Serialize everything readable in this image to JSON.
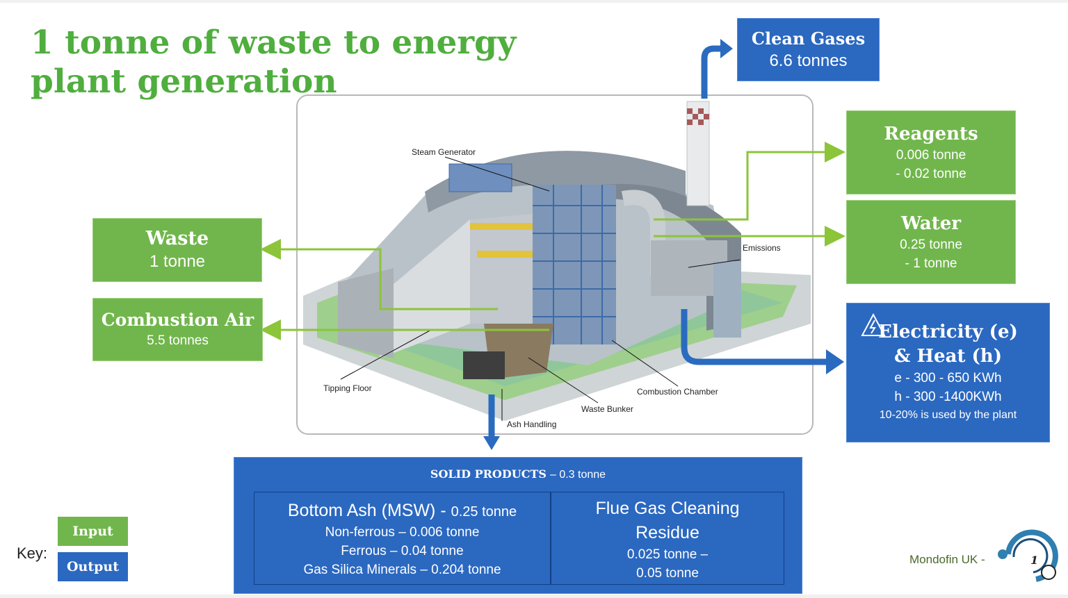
{
  "title": "1 tonne of waste to energy plant generation",
  "inputs": {
    "waste": {
      "heading": "Waste",
      "value": "1 tonne"
    },
    "combustion_air": {
      "heading": "Combustion Air",
      "value": "5.5 tonnes"
    }
  },
  "outputs": {
    "clean_gases": {
      "heading": "Clean Gases",
      "value": "6.6 tonnes"
    },
    "reagents": {
      "heading": "Reagents",
      "value_line1": "0.006 tonne",
      "value_line2": "- 0.02 tonne"
    },
    "water": {
      "heading": "Water",
      "value_line1": "0.25 tonne",
      "value_line2": "- 1 tonne"
    },
    "electricity": {
      "heading_line1": "Electricity (e)",
      "heading_line2": "& Heat (h)",
      "line1": "e - 300 - 650 KWh",
      "line2": "h - 300 -1400KWh",
      "line3": "10-20% is used by the plant"
    }
  },
  "solid_products": {
    "title": "SOLID PRODUCTS",
    "title_value": "– 0.3 tonne",
    "bottom_ash": {
      "heading": "Bottom Ash (MSW) -",
      "heading_value": "0.25 tonne",
      "items": [
        "Non-ferrous – 0.006 tonne",
        "Ferrous – 0.04 tonne",
        "Gas Silica Minerals – 0.204 tonne"
      ]
    },
    "flue_gas": {
      "heading_line1": "Flue Gas Cleaning",
      "heading_line2": "Residue",
      "value_line1": "0.025 tonne –",
      "value_line2": "0.05 tonne"
    }
  },
  "plant_labels": {
    "steam_generator": "Steam Generator",
    "emissions": "Emissions",
    "tipping_floor": "Tipping Floor",
    "combustion_chamber": "Combustion Chamber",
    "waste_bunker": "Waste Bunker",
    "ash_handling": "Ash Handling"
  },
  "key": {
    "label": "Key:",
    "input": "Input",
    "output": "Output"
  },
  "footer": {
    "company": "Mondofin UK -",
    "page_number": "1"
  },
  "colors": {
    "title_green": "#4fae3e",
    "input_green": "#71b64c",
    "output_blue": "#2b68c0",
    "arrow_blue": "#2a6bbf",
    "line_green": "#8cc43a"
  }
}
